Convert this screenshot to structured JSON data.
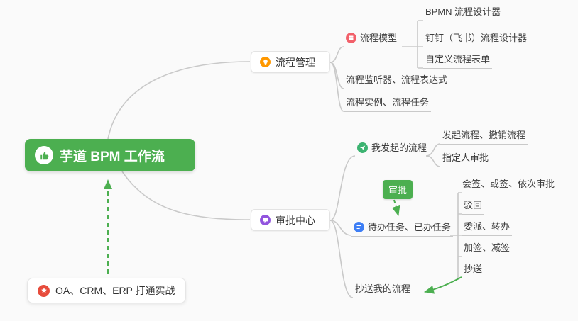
{
  "topics": {
    "root": "芋道 BPM 工作流",
    "process_mgmt": "流程管理",
    "process_model": "流程模型",
    "bpmn_designer": "BPMN 流程设计器",
    "dingtalk_designer": "钉钉（飞书）流程设计器",
    "custom_form": "自定义流程表单",
    "listener_expression": "流程监听器、流程表达式",
    "instance_task": "流程实例、流程任务",
    "approval_center": "审批中心",
    "my_initiated": "我发起的流程",
    "initiate_revoke": "发起流程、撤销流程",
    "designated_approval": "指定人审批",
    "todo_done": "待办任务、已办任务",
    "countersign": "会签、或签、依次审批",
    "reject": "驳回",
    "delegate_transfer": "委派、转办",
    "add_remove_sign": "加签、减签",
    "cc": "抄送",
    "cc_my_process": "抄送我的流程",
    "integration": "OA、CRM、ERP 打通实战"
  },
  "labels": {
    "approval_badge": "审批"
  },
  "colors": {
    "root_bg": "#4caf50",
    "connector_line": "#c9c9c9",
    "relationship_arrow": "#4caf50",
    "icon_process_mgmt": "#ff9800",
    "icon_approval_center": "#9254de",
    "icon_process_model": "#f2606a",
    "icon_my_initiated": "#3cb371",
    "icon_todo_done": "#3d7ef5",
    "icon_integration": "#e74c3c"
  }
}
